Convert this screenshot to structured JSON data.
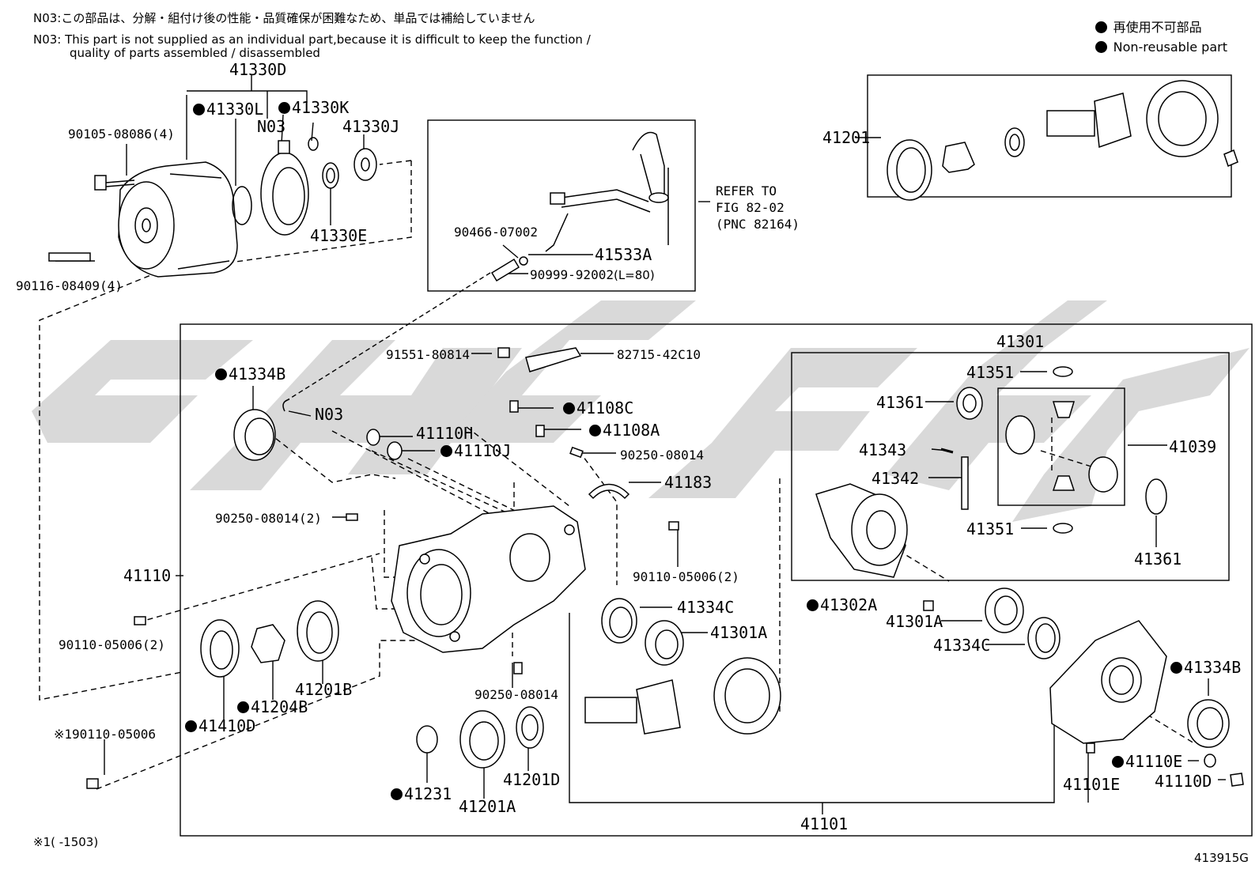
{
  "notes": {
    "jp": "N03:この部品は、分解・組付け後の性能・品質確保が困難なため、単品では補給していません",
    "en_line1": "N03: This part is not supplied as an individual part,because it is difficult to keep the function /",
    "en_line2": "quality of parts assembled / disassembled"
  },
  "legend": {
    "jp": "再使用不可部品",
    "en": "Non-reusable part"
  },
  "refer": {
    "line1": "REFER TO",
    "line2": "FIG 82-02",
    "line3": "(PNC 82164)"
  },
  "footnote": "※1(      -1503)",
  "figure_code": "413915G",
  "labels": {
    "p41330D": "41330D",
    "p41330L": "41330L",
    "p41330K": "41330K",
    "pN03a": "N03",
    "p41330J": "41330J",
    "p90105": "90105-08086(4)",
    "p41330E": "41330E",
    "p90116": "90116-08409(4)",
    "p90466": "90466-07002",
    "p41533A": "41533A",
    "p90999": "90999-92002",
    "p90999b": "(L=80)",
    "p41201": "41201",
    "p91551": "91551-80814",
    "p82715": "82715-42C10",
    "p41334B": "41334B",
    "pN03b": "N03",
    "p41108C": "41108C",
    "p41110H": "41110H",
    "p41108A": "41108A",
    "p41110J": "41110J",
    "p90250a": "90250-08014",
    "p41183": "41183",
    "p90250b": "90250-08014(2)",
    "p41110": "41110",
    "p90110a": "90110-05006(2)",
    "p90110b": "90110-05006(2)",
    "p41334C": "41334C",
    "p41301A": "41301A",
    "p41201B": "41201B",
    "p41204B": "41204B",
    "p41410D": "41410D",
    "p90250c": "90250-08014",
    "p90110c": "※190110-05006",
    "p41231": "41231",
    "p41201A": "41201A",
    "p41201D": "41201D",
    "p41101": "41101",
    "p41301": "41301",
    "p41351a": "41351",
    "p41361a": "41361",
    "p41343": "41343",
    "p41342": "41342",
    "p41039": "41039",
    "p41351b": "41351",
    "p41361b": "41361",
    "p41302A": "41302A",
    "p41301Ab": "41301A",
    "p41334Cb": "41334C",
    "p41334Bb": "41334B",
    "p41110E": "41110E",
    "p41110D": "41110D",
    "p41101E": "41101E"
  },
  "icons": [
    "non-reusable-dot-icon"
  ],
  "colors": {
    "line": "#000000",
    "watermark": "#d6d6d6"
  }
}
